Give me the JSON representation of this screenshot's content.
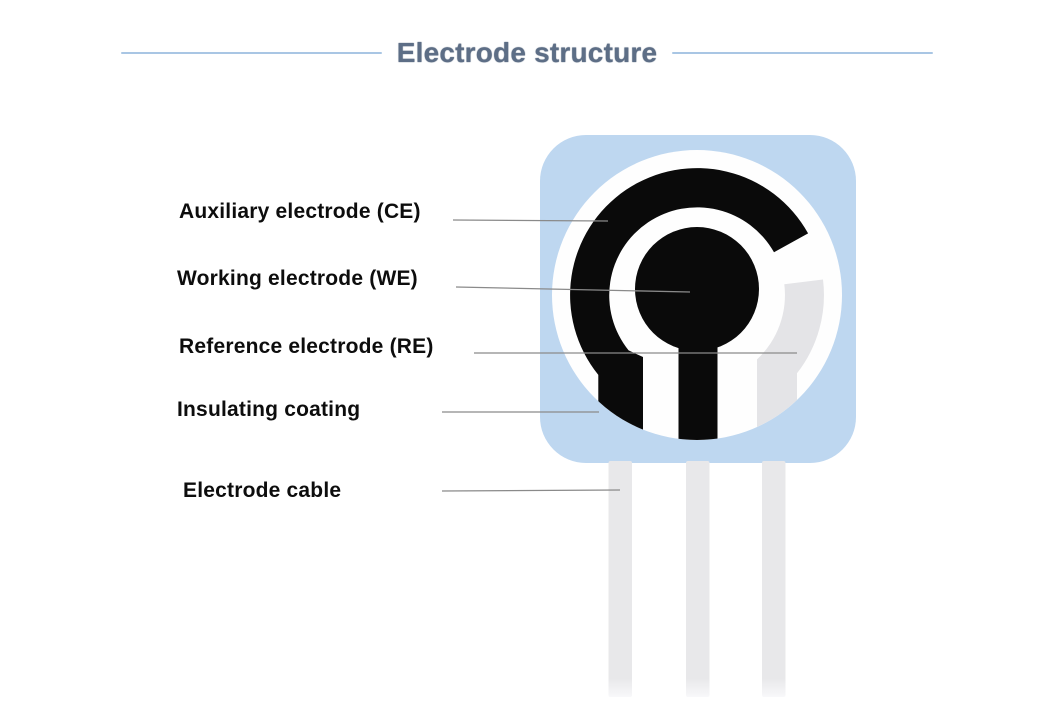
{
  "title": {
    "text": "Electrode structure"
  },
  "diagram": {
    "labels": [
      {
        "id": "auxiliary-electrode",
        "text": "Auxiliary electrode (CE)"
      },
      {
        "id": "working-electrode",
        "text": "Working electrode (WE)"
      },
      {
        "id": "reference-electrode",
        "text": "Reference electrode (RE)"
      },
      {
        "id": "insulating-coating",
        "text": "Insulating coating"
      },
      {
        "id": "electrode-cable",
        "text": "Electrode cable"
      }
    ]
  },
  "colors": {
    "card_blue": "#bed7f0",
    "electrode_face_white": "#fefefe",
    "electrode_black": "#0a0a0a",
    "reference_gray": "#e4e4e7",
    "cable_gray": "#e8e8ea",
    "title_text": "#5d6e86",
    "title_rule": "#a9c6e4",
    "leader_line": "#8a8a8a",
    "label_text": "#0d0d0d"
  }
}
